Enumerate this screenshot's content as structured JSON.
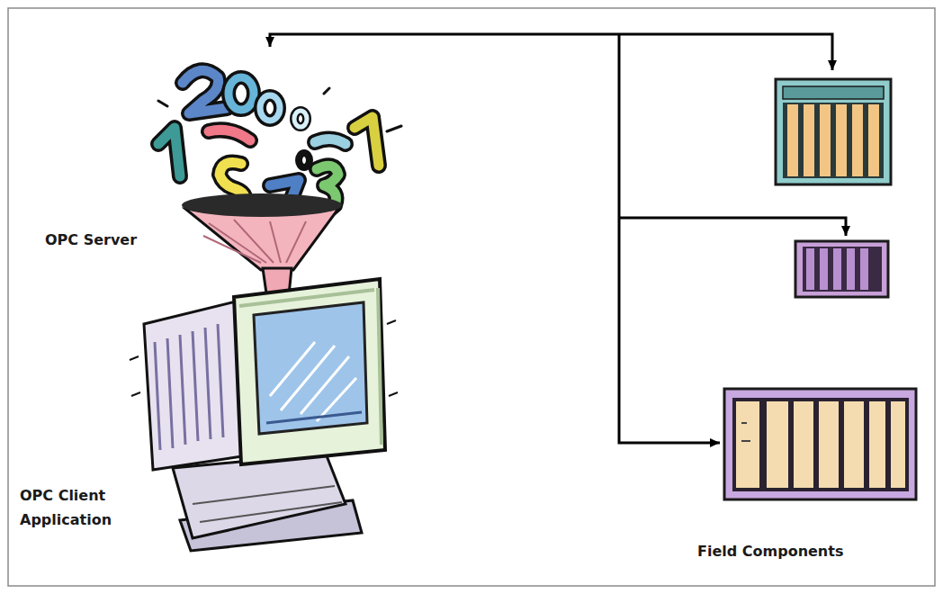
{
  "diagram": {
    "nodes": [
      {
        "text": [
          "OPC Server"
        ]
      },
      {
        "text": [
          "OPC Client Application"
        ]
      },
      {
        "text": [
          "Field Components"
        ]
      }
    ],
    "edges": [
      {
        "from": 0,
        "to": 2,
        "arrow": "both"
      }
    ]
  }
}
